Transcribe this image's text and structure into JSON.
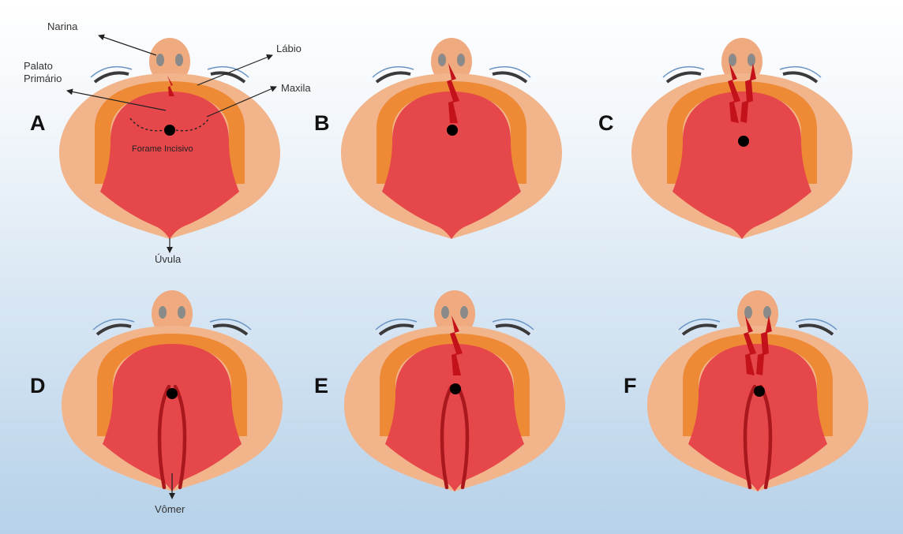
{
  "annotations": {
    "narina": "Narina",
    "labio": "Lábio",
    "palato_primario_line1": "Palato",
    "palato_primario_line2": "Primário",
    "maxila": "Maxila",
    "forame_incisivo": "Forame Incisivo",
    "uvula": "Úvula",
    "vomer": "Vômer"
  },
  "panels": [
    {
      "letter": "A",
      "lip_cleft": "one-small",
      "palate_cleft": "none",
      "vomer": false
    },
    {
      "letter": "B",
      "lip_cleft": "one",
      "palate_cleft": "none",
      "vomer": false
    },
    {
      "letter": "C",
      "lip_cleft": "two",
      "palate_cleft": "none",
      "vomer": false
    },
    {
      "letter": "D",
      "lip_cleft": "none",
      "palate_cleft": "vomer",
      "vomer": true
    },
    {
      "letter": "E",
      "lip_cleft": "one",
      "palate_cleft": "vomer",
      "vomer": true
    },
    {
      "letter": "F",
      "lip_cleft": "two",
      "palate_cleft": "vomer",
      "vomer": true
    }
  ],
  "colors": {
    "background_top": "#ffffff",
    "background_bottom": "#b8d3ea",
    "skin": "#f2b48a",
    "nose": "#efaa80",
    "nostril": "#8a8a8a",
    "lip_arch": "#ee8a35",
    "palate": "#e5474a",
    "cleft": "#c4121a",
    "foramen": "#000000",
    "vomer": "#a8181c",
    "cheek_line_dark": "#3a3a3a",
    "cheek_line_blue": "#6b95c4"
  }
}
